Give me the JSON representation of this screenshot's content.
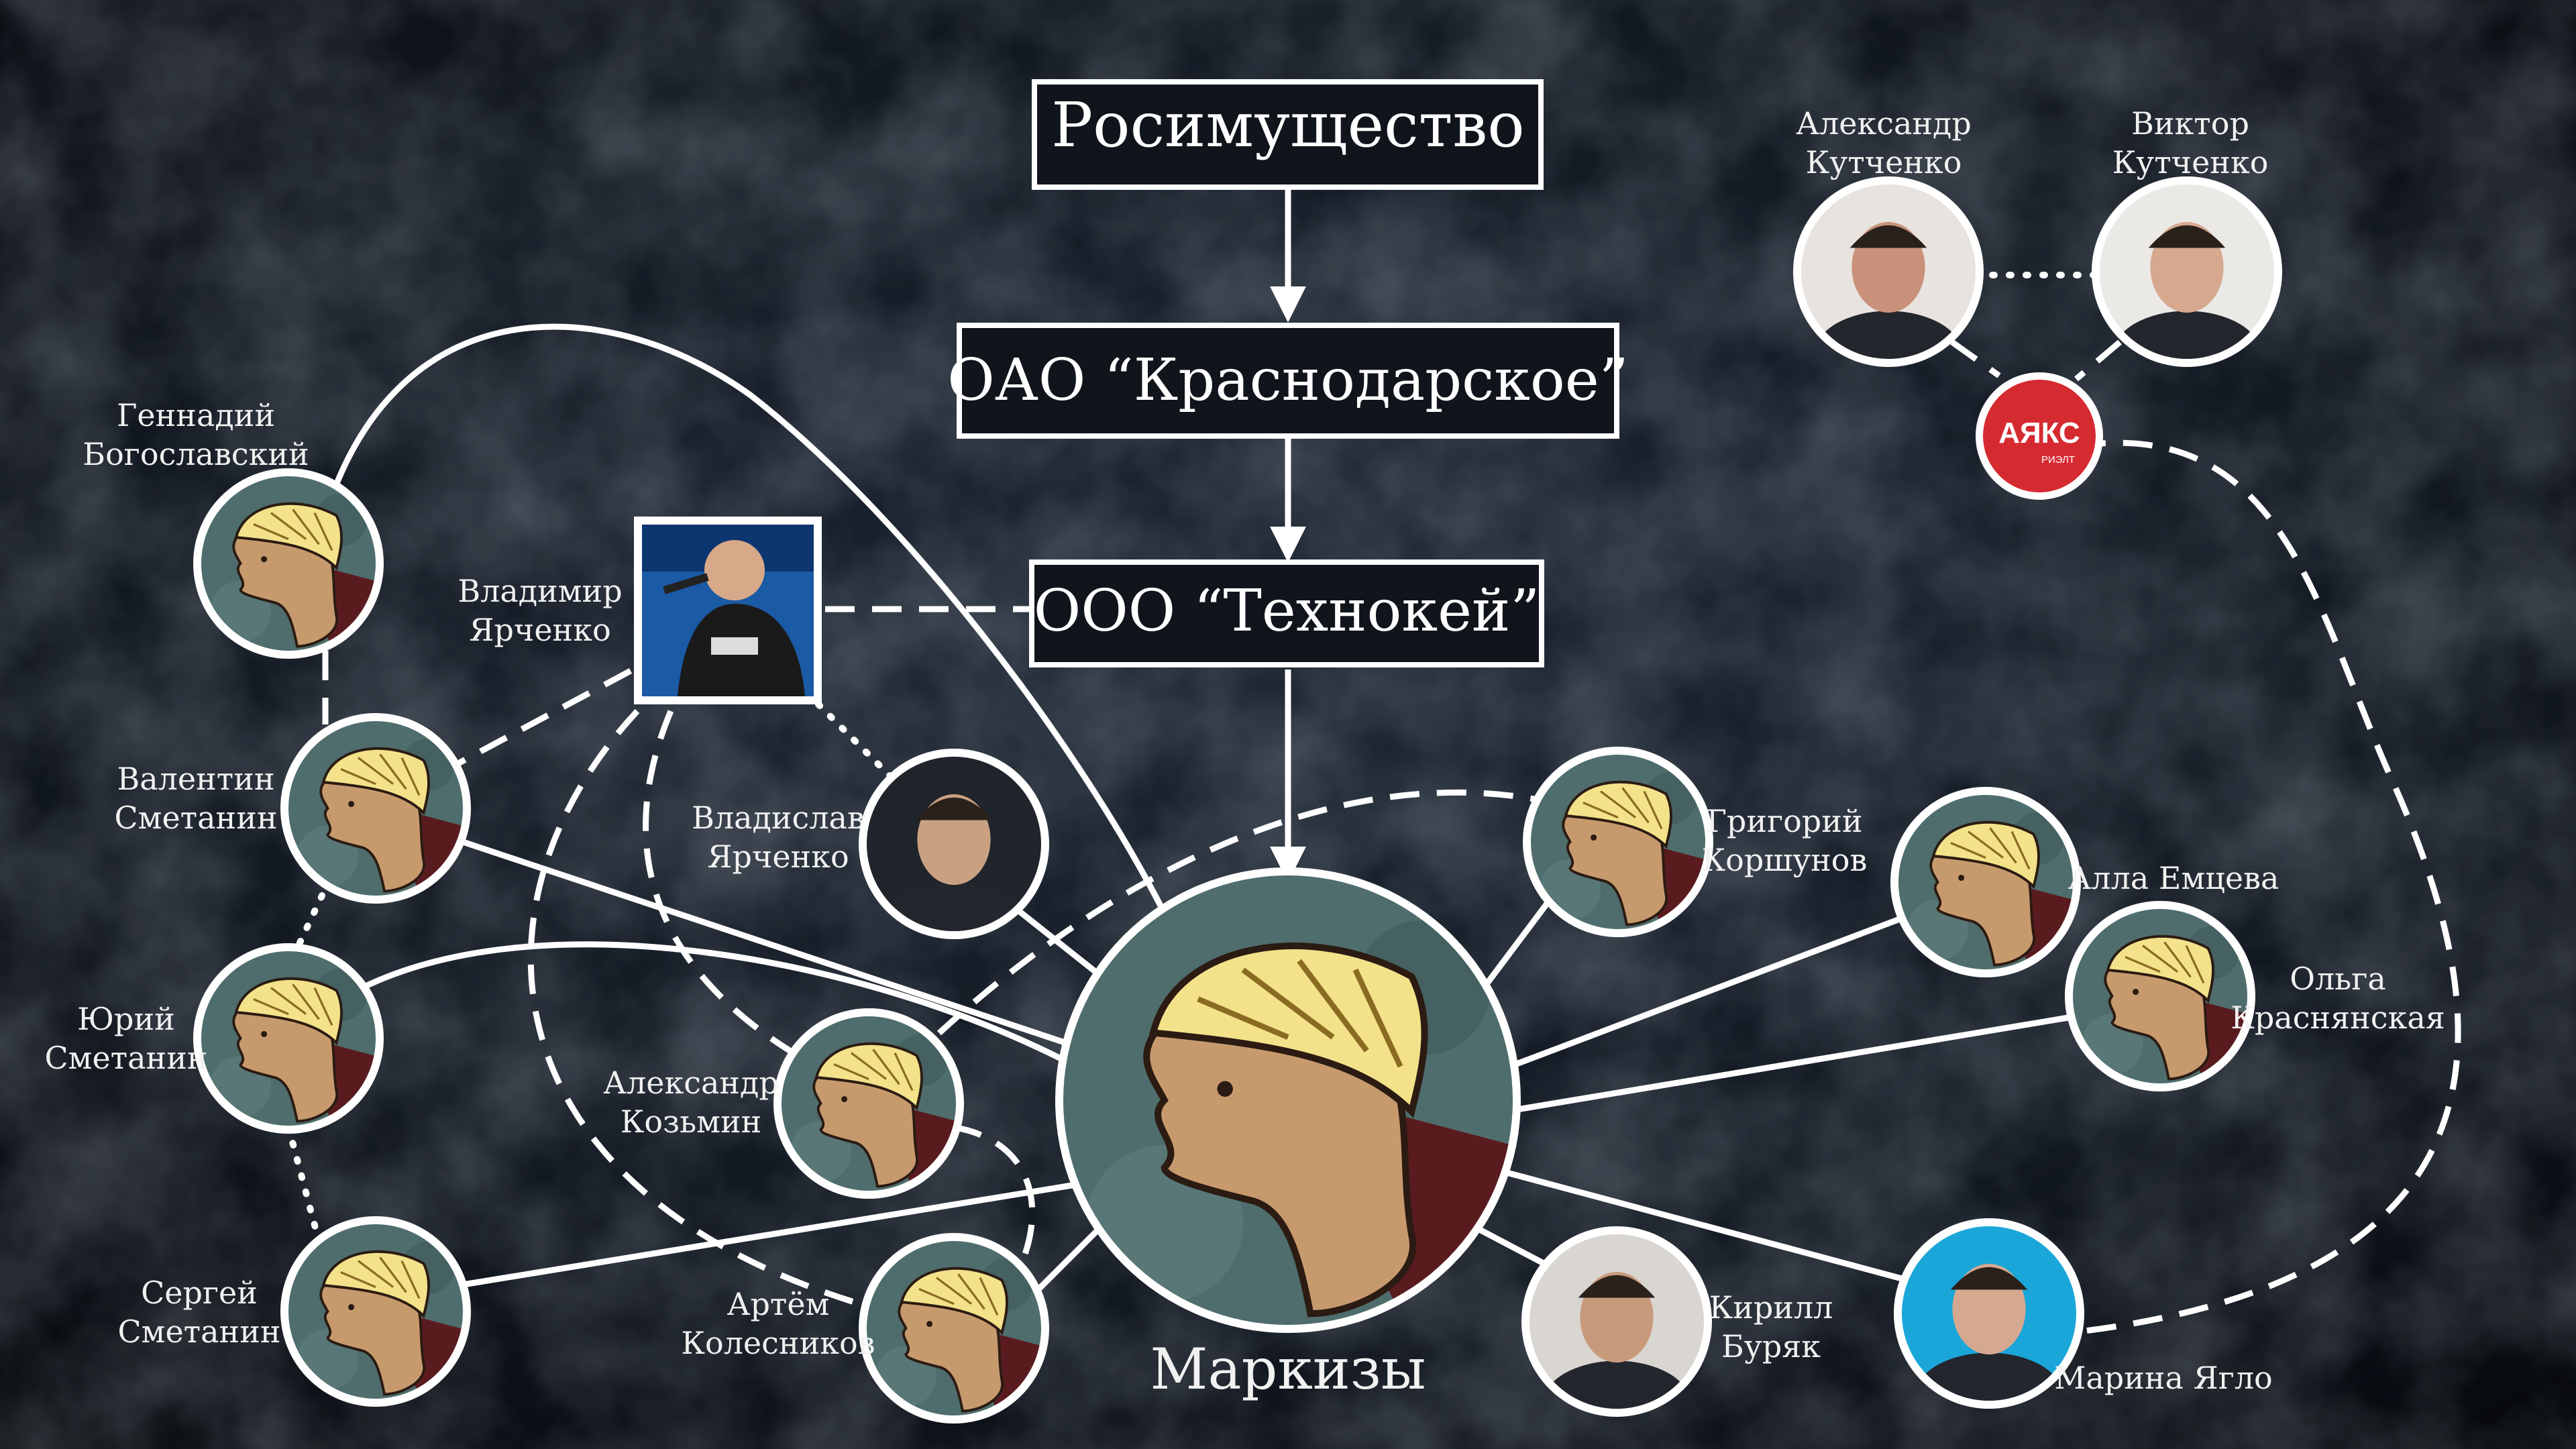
{
  "org_chain": {
    "top": "Росимущество",
    "middle": "ОАО “Краснодарское”",
    "bottom": "ООО “Технокей”"
  },
  "central": {
    "label": "Маркизы"
  },
  "people": {
    "gennadiy": {
      "line1": "Геннадий",
      "line2": "Богославский"
    },
    "valentin": {
      "line1": "Валентин",
      "line2": "Сметанин"
    },
    "yuriy": {
      "line1": "Юрий",
      "line2": "Сметанин"
    },
    "sergey": {
      "line1": "Сергей",
      "line2": "Сметанин"
    },
    "vladimir": {
      "line1": "Владимир",
      "line2": "Ярченко"
    },
    "vladislav": {
      "line1": "Владислав",
      "line2": "Ярченко"
    },
    "aleksandr_k": {
      "line1": "Александр",
      "line2": "Козьмин"
    },
    "artem": {
      "line1": "Артём",
      "line2": "Колесников"
    },
    "grigoriy": {
      "line1": "Григорий",
      "line2": "Коршунов"
    },
    "alla": {
      "line1": "Алла Емцева",
      "line2": ""
    },
    "olga": {
      "line1": "Ольга",
      "line2": "Краснянская"
    },
    "kirill": {
      "line1": "Кирилл",
      "line2": "Буряк"
    },
    "marina": {
      "line1": "Марина Ягло",
      "line2": ""
    },
    "aleksandr_kut": {
      "line1": "Александр",
      "line2": "Кутченко"
    },
    "viktor": {
      "line1": "Виктор",
      "line2": "Кутченко"
    }
  },
  "logo": {
    "name": "АЯКС",
    "sub": "РИЭЛТ",
    "color": "#d62a31"
  },
  "colors": {
    "background": "#0b0e14",
    "line": "#ffffff",
    "avatar_bg": "#4f6d6d",
    "hair": "#f3e28a",
    "skin": "#c79a6e"
  }
}
